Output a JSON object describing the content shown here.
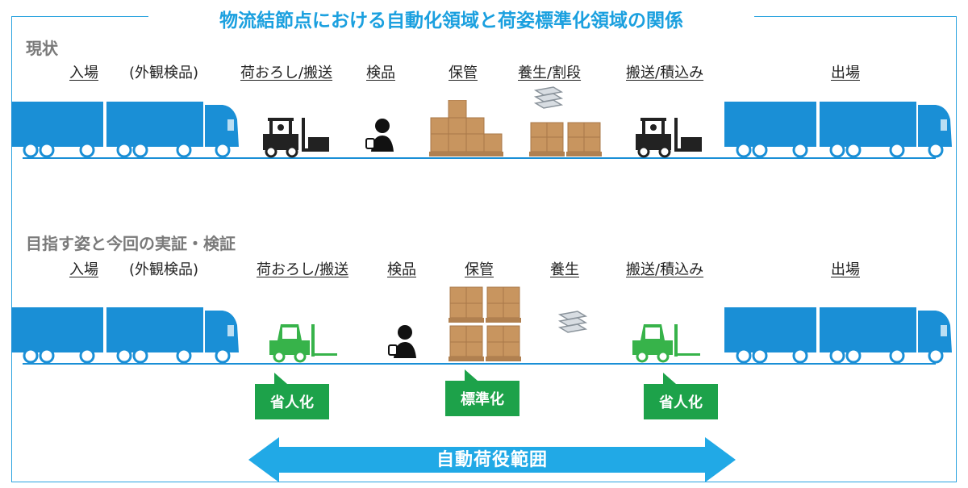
{
  "title": "物流結節点における自動化領域と荷姿標準化領域の関係",
  "current": {
    "heading": "現状",
    "steps": [
      "入場",
      "(外観検品)",
      "荷おろし/搬送",
      "検品",
      "保管",
      "養生/割段",
      "搬送/積込み",
      "出場"
    ]
  },
  "future": {
    "heading": "目指す姿と今回の実証・検証",
    "steps": [
      "入場",
      "(外観検品)",
      "荷おろし/搬送",
      "検品",
      "保管",
      "養生",
      "搬送/積込み",
      "出場"
    ],
    "badges": [
      "省人化",
      "標準化",
      "省人化"
    ]
  },
  "range_label": "自動荷役範囲",
  "colors": {
    "accent": "#1ba0df",
    "truck": "#1a8fd6",
    "green": "#1da24a",
    "box": "#c8955f"
  },
  "icons": [
    "truck-icon",
    "forklift-icon",
    "inspector-icon",
    "pallet-boxes-icon",
    "wrap-material-icon",
    "automated-forklift-icon"
  ]
}
